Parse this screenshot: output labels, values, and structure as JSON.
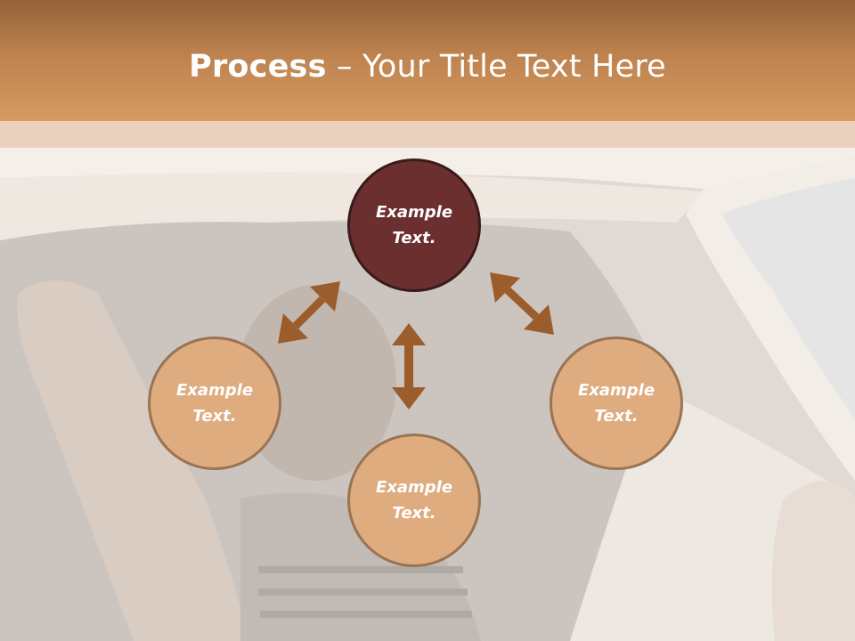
{
  "slide": {
    "title_bold": "Process",
    "title_rest": " – Your Title Text Here"
  },
  "diagram": {
    "center": {
      "line1": "Example",
      "line2": "Text."
    },
    "left": {
      "line1": "Example",
      "line2": "Text."
    },
    "bottom": {
      "line1": "Example",
      "line2": "Text."
    },
    "right": {
      "line1": "Example",
      "line2": "Text."
    }
  },
  "colors": {
    "title_bar": "#c08550",
    "hub_fill": "#6b2f30",
    "node_fill": "#deac7f",
    "arrow": "#9c5d2c"
  }
}
